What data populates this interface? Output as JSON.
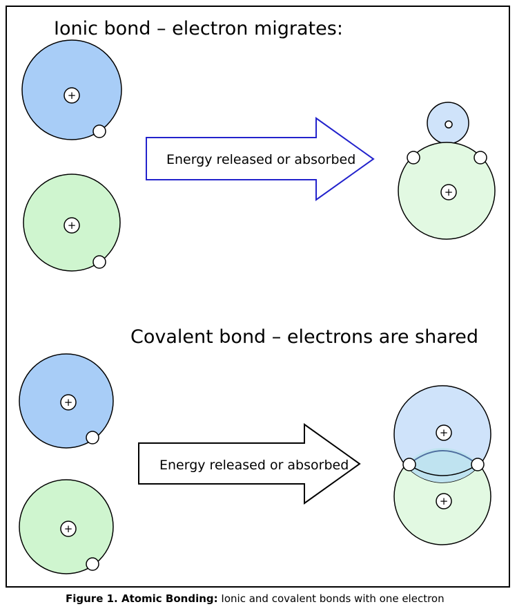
{
  "diagram": {
    "ionic": {
      "title": "Ionic bond – electron migrates:",
      "arrow_label": "Energy released or absorbed",
      "arrow_color": "#2222cc"
    },
    "covalent": {
      "title": "Covalent bond – electrons are shared",
      "arrow_label": "Energy released or absorbed",
      "arrow_color": "#000000"
    },
    "colors": {
      "blue_atom": "#a8cdf7",
      "light_blue_atom": "#cfe3fa",
      "green_atom": "#cff5cf",
      "light_green_atom": "#e2f9e2",
      "overlap": "#bfe3f0"
    },
    "symbols": {
      "nucleus": "+"
    }
  },
  "caption": {
    "label": "Figure 1.  Atomic Bonding:",
    "text": "Ionic and covalent bonds with one electron"
  }
}
